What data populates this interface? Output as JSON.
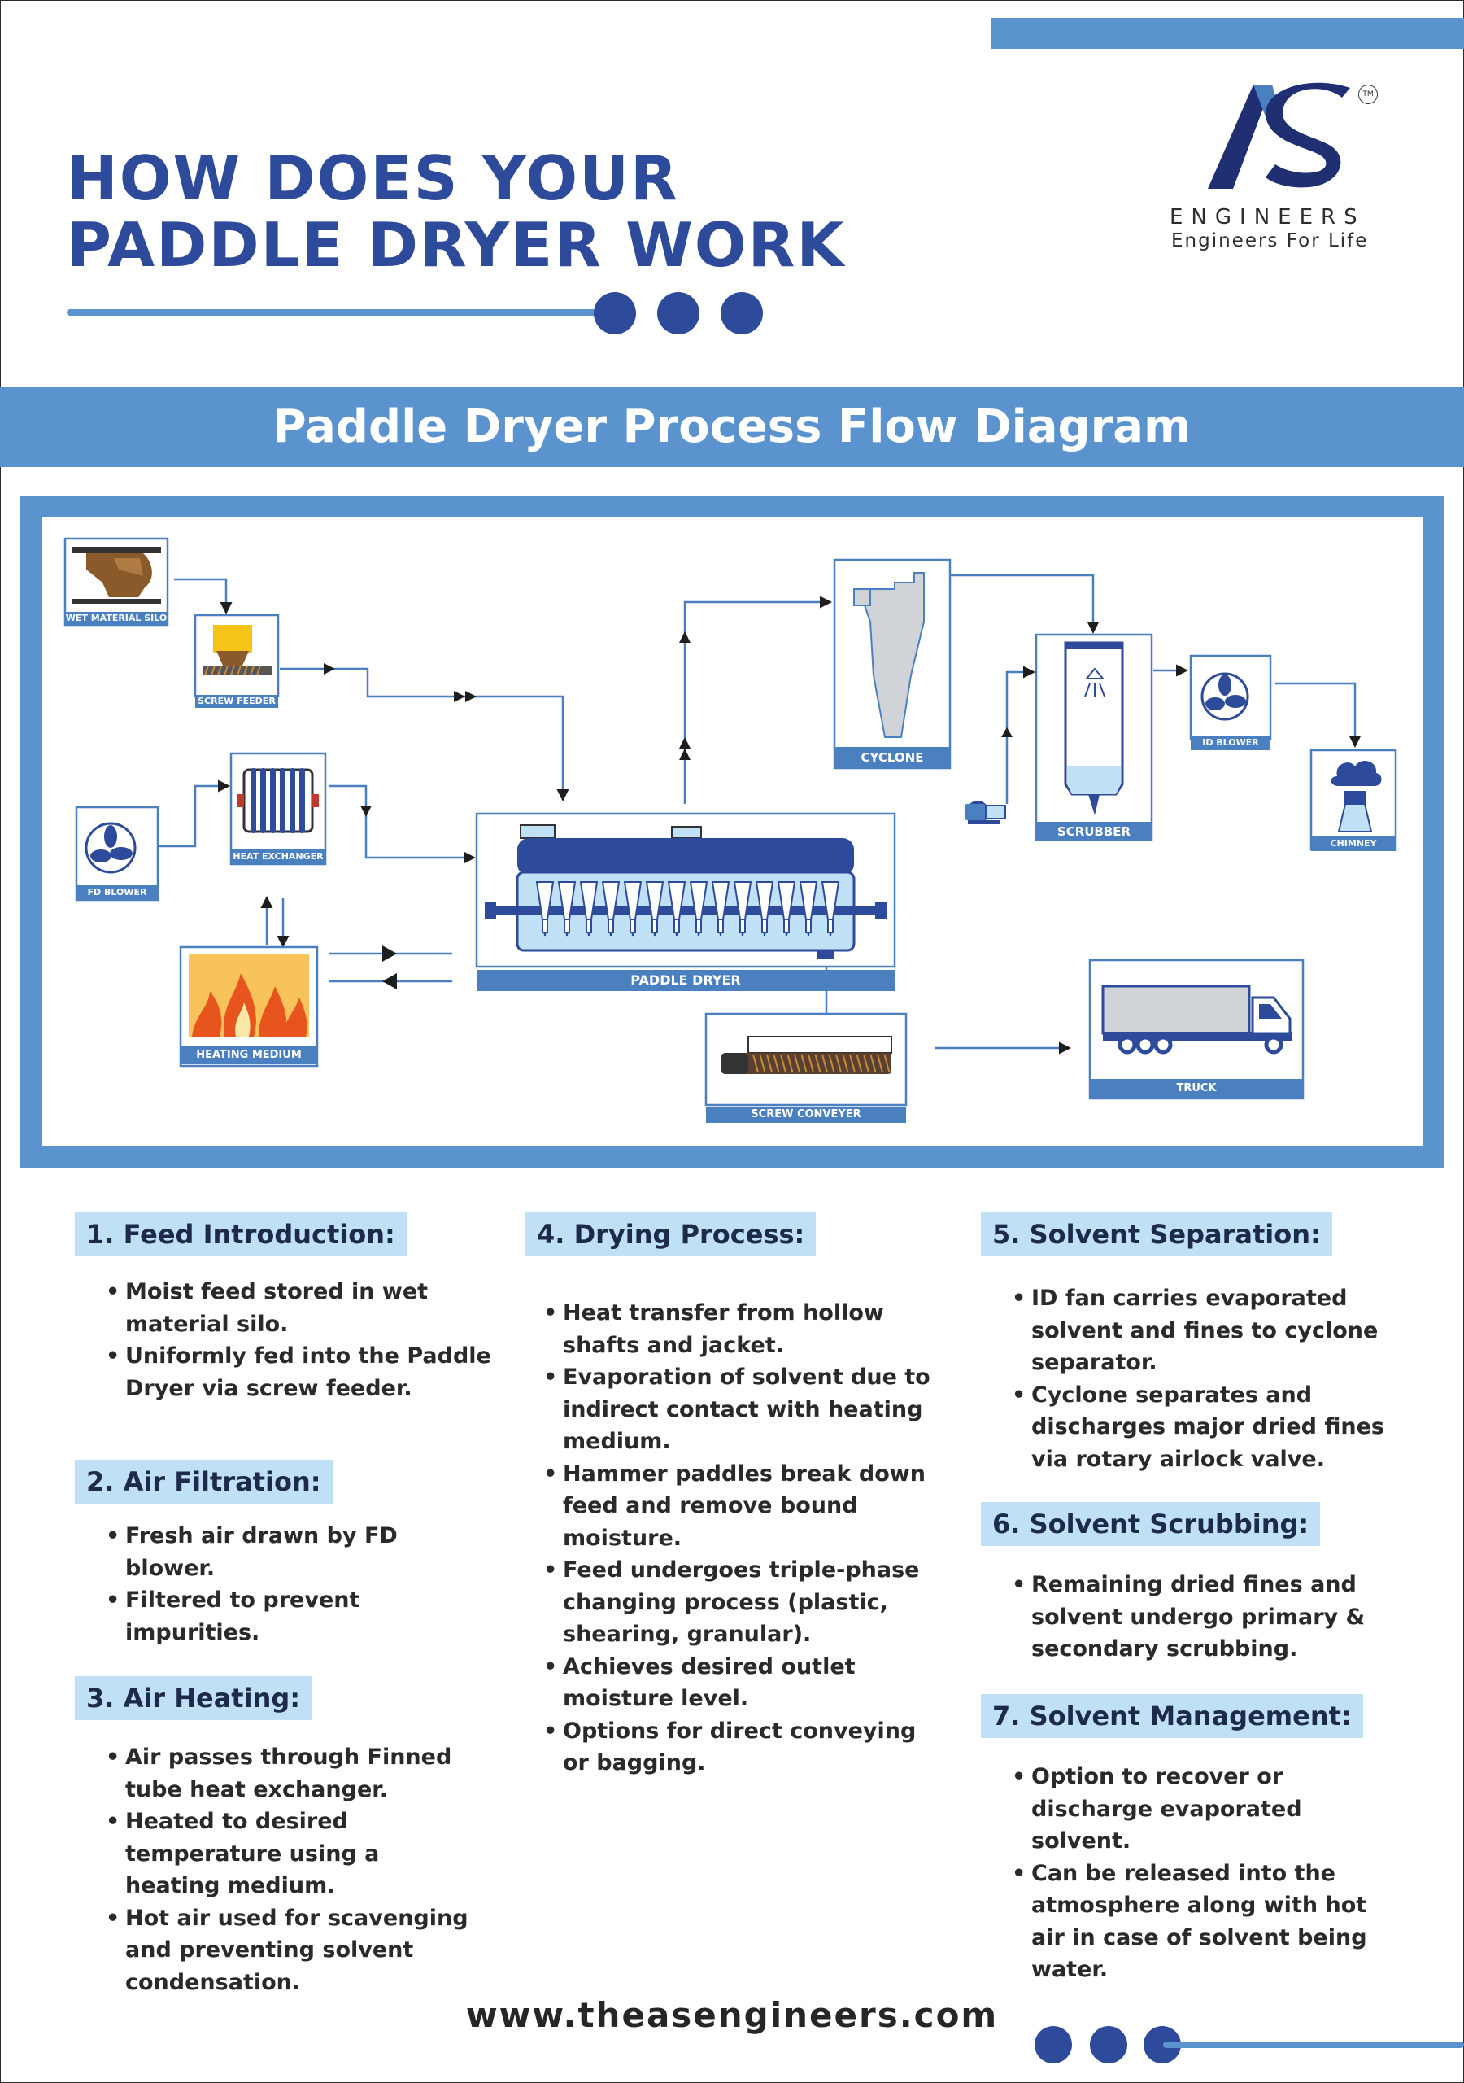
{
  "header": {
    "title_line1": "HOW DOES YOUR",
    "title_line2": "PADDLE DRYER WORK"
  },
  "logo": {
    "brand": "ENGINEERS",
    "tagline": "Engineers For Life",
    "tm": "TM",
    "colors": {
      "navy": "#1f2f72",
      "blue": "#4a7fc0"
    }
  },
  "section_title": "Paddle Dryer Process Flow Diagram",
  "diagram": {
    "components": {
      "wet_material_silo": "WET MATERIAL SILO",
      "screw_feeder": "SCREW FEEDER",
      "fd_blower": "FD BLOWER",
      "heat_exchanger": "HEAT EXCHANGER",
      "heating_medium": "HEATING MEDIUM",
      "paddle_dryer": "PADDLE DRYER",
      "cyclone": "CYCLONE",
      "scrubber": "SCRUBBER",
      "id_blower": "ID BLOWER",
      "chimney": "CHIMNEY",
      "screw_conveyer": "SCREW CONVEYER",
      "truck": "TRUCK"
    },
    "colors": {
      "line": "#4a7fc0",
      "arrow": "#1e1e1e",
      "equipment": "#bfe0f5",
      "accent": "#2d4a9b"
    }
  },
  "steps": [
    {
      "title": "1. Feed Introduction:",
      "bullets": [
        "Moist feed stored in wet material silo.",
        "Uniformly fed into the Paddle Dryer via screw feeder."
      ]
    },
    {
      "title": "2. Air Filtration:",
      "bullets": [
        "Fresh air drawn by FD blower.",
        "Filtered to prevent impurities."
      ]
    },
    {
      "title": "3. Air Heating:",
      "bullets": [
        "Air passes through Finned tube heat exchanger.",
        "Heated to desired temperature using a heating medium.",
        "Hot air used for scavenging and preventing solvent condensation."
      ]
    },
    {
      "title": "4. Drying Process:",
      "bullets": [
        "Heat transfer from hollow shafts and jacket.",
        "Evaporation of solvent due to indirect contact with heating medium.",
        "Hammer paddles break down feed and remove bound moisture.",
        "Feed undergoes triple-phase changing process (plastic, shearing, granular).",
        "Achieves desired outlet moisture level.",
        "Options for direct conveying or bagging."
      ]
    },
    {
      "title": "5. Solvent Separation:",
      "bullets": [
        "ID fan carries evaporated solvent and fines to cyclone separator.",
        "Cyclone separates and discharges major dried fines via rotary airlock valve."
      ]
    },
    {
      "title": "6. Solvent Scrubbing:",
      "bullets": [
        "Remaining dried fines and solvent undergo primary & secondary scrubbing."
      ]
    },
    {
      "title": "7. Solvent Management:",
      "bullets": [
        "Option to recover or discharge evaporated solvent.",
        "Can be released into the atmosphere along with hot air in case of solvent being water."
      ]
    }
  ],
  "footer": {
    "website": "www.theasengineers.com"
  }
}
